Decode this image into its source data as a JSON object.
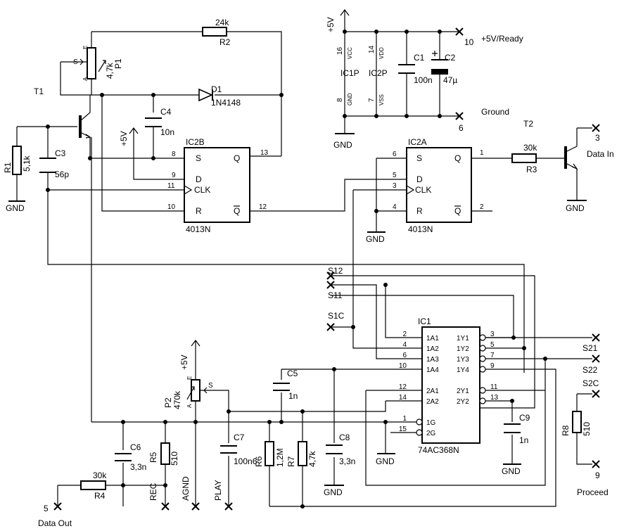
{
  "components": {
    "R1": {
      "ref": "R1",
      "value": "5,1k"
    },
    "R2": {
      "ref": "R2",
      "value": "24k"
    },
    "R3": {
      "ref": "R3",
      "value": "30k"
    },
    "R4": {
      "ref": "R4",
      "value": "30k"
    },
    "R5": {
      "ref": "R5",
      "value": "510"
    },
    "R6": {
      "ref": "R6",
      "value": "1,2M"
    },
    "R7": {
      "ref": "R7",
      "value": "4,7k"
    },
    "R8": {
      "ref": "R8",
      "value": "510"
    },
    "P1": {
      "ref": "P1",
      "value": "4,7k",
      "pin_a": "A",
      "pin_e": "E",
      "pin_s": "S"
    },
    "P2": {
      "ref": "P2",
      "value": "470k",
      "pin_a": "A",
      "pin_e": "E",
      "pin_s": "S"
    },
    "C1": {
      "ref": "C1",
      "value": "100n"
    },
    "C2": {
      "ref": "C2",
      "value": "47µ"
    },
    "C3": {
      "ref": "C3",
      "value": "56p"
    },
    "C4": {
      "ref": "C4",
      "value": "10n"
    },
    "C5": {
      "ref": "C5",
      "value": "1n"
    },
    "C6": {
      "ref": "C6",
      "value": "3,3n"
    },
    "C7": {
      "ref": "C7",
      "value": "100n6"
    },
    "C8": {
      "ref": "C8",
      "value": "3,3n"
    },
    "C9": {
      "ref": "C9",
      "value": "1n"
    },
    "D1": {
      "ref": "D1",
      "value": "1N4148"
    },
    "T1": {
      "ref": "T1"
    },
    "T2": {
      "ref": "T2"
    }
  },
  "ics": {
    "IC2B": {
      "ref": "IC2B",
      "part": "4013N",
      "pins": {
        "s": "S",
        "d": "D",
        "clk": "CLK",
        "r": "R",
        "q": "Q",
        "qn": "Q"
      },
      "pin_numbers": {
        "s": "8",
        "d": "9",
        "clk": "11",
        "r": "10",
        "q": "13",
        "qn": "12"
      }
    },
    "IC2A": {
      "ref": "IC2A",
      "part": "4013N",
      "pins": {
        "s": "S",
        "d": "D",
        "clk": "CLK",
        "r": "R",
        "q": "Q",
        "qn": "Q"
      },
      "pin_numbers": {
        "s": "6",
        "d": "5",
        "clk": "3",
        "r": "4",
        "q": "1",
        "qn": "2"
      }
    },
    "IC1": {
      "ref": "IC1",
      "part": "74AC368N",
      "left_pins": [
        {
          "name": "1A1",
          "num": "2"
        },
        {
          "name": "1A2",
          "num": "4"
        },
        {
          "name": "1A3",
          "num": "6"
        },
        {
          "name": "1A4",
          "num": "10"
        },
        {
          "name": "2A1",
          "num": "12"
        },
        {
          "name": "2A2",
          "num": "14"
        },
        {
          "name": "1G",
          "num": "1"
        },
        {
          "name": "2G",
          "num": "15"
        }
      ],
      "right_pins": [
        {
          "name": "1Y1",
          "num": "3"
        },
        {
          "name": "1Y2",
          "num": "5"
        },
        {
          "name": "1Y3",
          "num": "7"
        },
        {
          "name": "1Y4",
          "num": "9"
        },
        {
          "name": "2Y1",
          "num": "11"
        },
        {
          "name": "2Y2",
          "num": "13"
        }
      ]
    },
    "power": {
      "ic1p": "IC1P",
      "ic2p": "IC2P",
      "vcc_label": "VCC",
      "vdd_label": "VDD",
      "gnd_label": "GND",
      "vss_label": "VSS",
      "vcc_pin": "16",
      "vdd_pin": "14",
      "gnd_pin": "8",
      "vss_pin": "7"
    }
  },
  "connectors": {
    "ready": {
      "num": "10",
      "label": "+5V/Ready"
    },
    "ground": {
      "num": "6",
      "label": "Ground"
    },
    "data_in": {
      "num": "3",
      "label": "Data In"
    },
    "data_out": {
      "num": "5",
      "label": "Data Out"
    },
    "proceed": {
      "num": "9",
      "label": "Proceed"
    },
    "s12": {
      "label": "S12"
    },
    "s11": {
      "label": "S11"
    },
    "s1c": {
      "label": "S1C"
    },
    "s21": {
      "label": "S21"
    },
    "s22": {
      "label": "S22"
    },
    "s2c": {
      "label": "S2C"
    },
    "rec": {
      "label": "REC"
    },
    "agnd": {
      "label": "AGND"
    },
    "play": {
      "label": "PLAY"
    }
  },
  "supply": {
    "plus5v": "+5V",
    "gnd": "GND"
  }
}
